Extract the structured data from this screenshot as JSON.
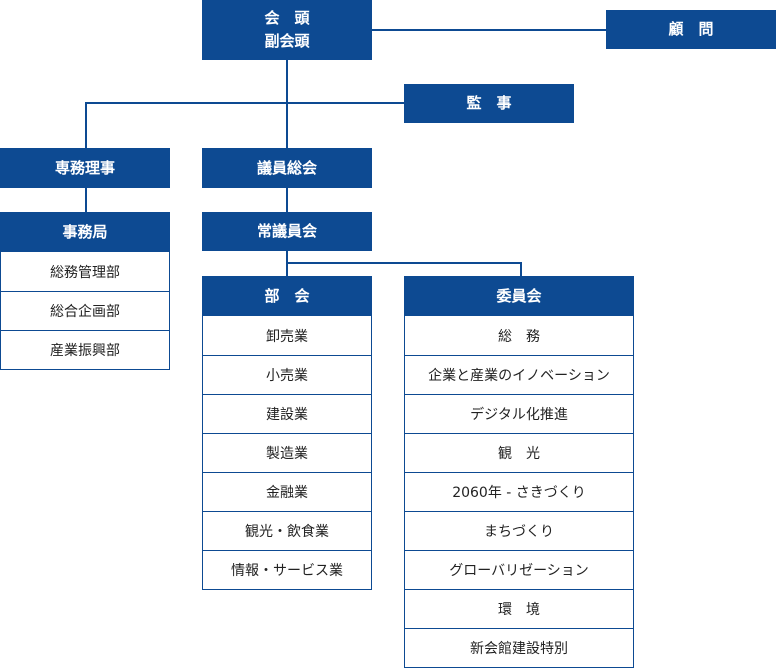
{
  "org": {
    "chairman": "会　頭\n副会頭",
    "advisor": "顧　問",
    "auditor": "監　事",
    "executive_director": "専務理事",
    "secretariat": "事務局",
    "assembly": "議員総会",
    "standing_committee": "常議員会",
    "sections_title": "部　会",
    "committees_title": "委員会"
  },
  "secretariat_departments": [
    "総務管理部",
    "総合企画部",
    "産業振興部"
  ],
  "sections": [
    "卸売業",
    "小売業",
    "建設業",
    "製造業",
    "金融業",
    "観光・飲食業",
    "情報・サービス業"
  ],
  "committees": [
    "総　務",
    "企業と産業のイノベーション",
    "デジタル化推進",
    "観　光",
    "2060年 - さきづくり",
    "まちづくり",
    "グローバリゼーション",
    "環　境",
    "新会館建設特別"
  ],
  "colors": {
    "box": "#0d4a92",
    "line": "#0d4a92"
  }
}
